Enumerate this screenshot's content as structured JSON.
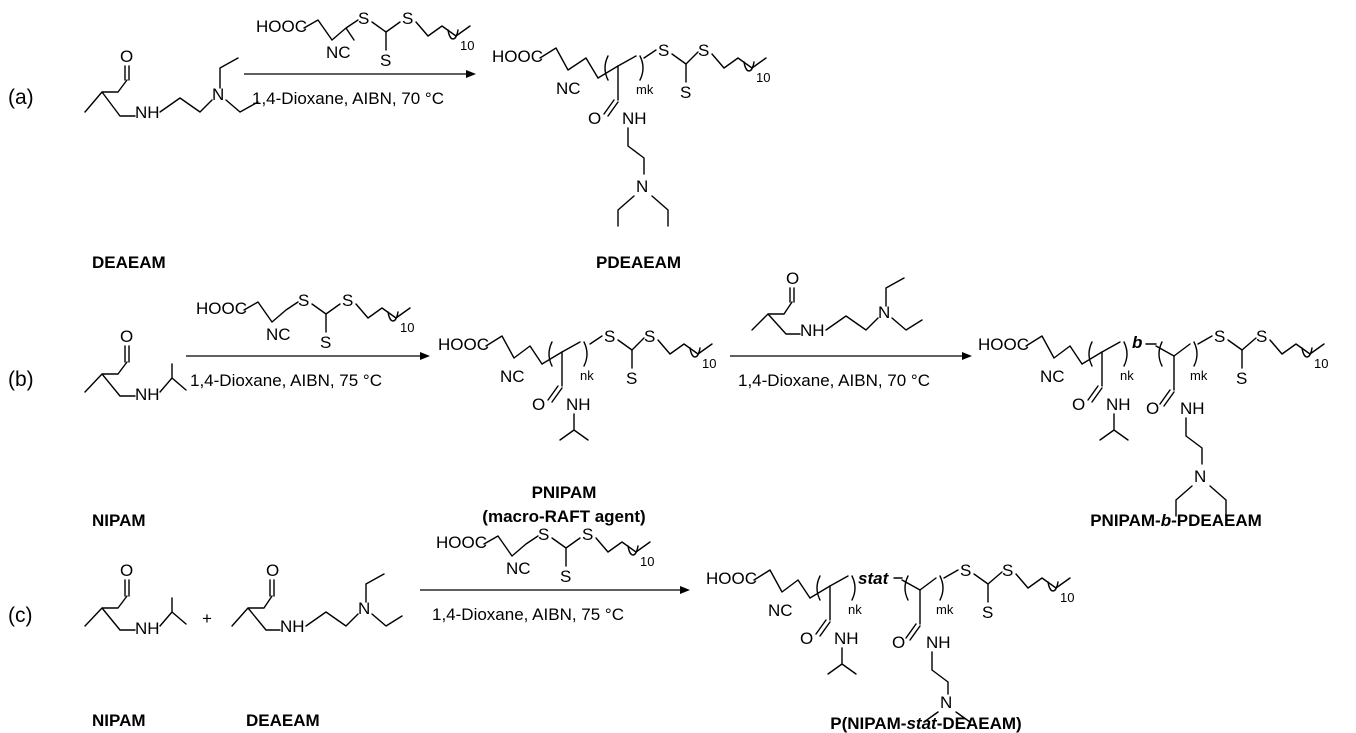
{
  "panels": {
    "a": {
      "letter": "(a)",
      "monomer": "DEAEAM",
      "conditions": "1,4-Dioxane, AIBN, 70 °C",
      "product": "PDEAEAM"
    },
    "b": {
      "letter": "(b)",
      "monomer": "NIPAM",
      "conditions_1": "1,4-Dioxane, AIBN, 75 °C",
      "intermediate_line1": "PNIPAM",
      "intermediate_line2": "(macro-RAFT agent)",
      "conditions_2": "1,4-Dioxane, AIBN, 70 °C",
      "product_prefix": "PNIPAM-",
      "product_italic": "b",
      "product_suffix": "-PDEAEAM",
      "block_marker": "b"
    },
    "c": {
      "letter": "(c)",
      "monomer_1": "NIPAM",
      "plus": "+",
      "monomer_2": "DEAEAM",
      "conditions": "1,4-Dioxane, AIBN, 75 °C",
      "product_prefix": "P(NIPAM-",
      "product_italic": "stat",
      "product_suffix": "-DEAEAM)",
      "stat_marker": "stat"
    }
  },
  "atoms": {
    "hooc": "HOOC",
    "nc": "NC",
    "s": "S",
    "o": "O",
    "nh": "NH",
    "n": "N",
    "ten": "10",
    "nk": "nk",
    "mk": "mk"
  }
}
